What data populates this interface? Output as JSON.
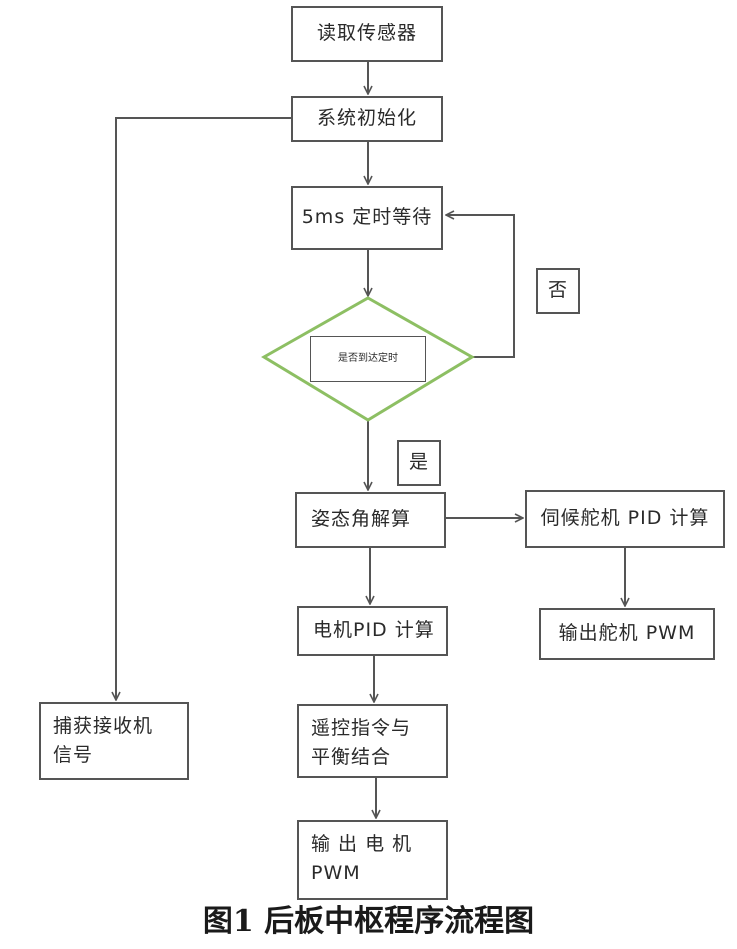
{
  "nodes": {
    "read_sensor": "读取传感器",
    "sys_init": "系统初始化",
    "wait_5ms": "5ms 定时等待",
    "is_timeout": "是否到达定时",
    "no_label": "否",
    "yes_label": "是",
    "attitude": "姿态角解算",
    "servo_pid": "伺候舵机 PID 计算",
    "servo_pwm": "输出舵机 PWM",
    "motor_pid": "电机PID 计算",
    "remote_line1": "遥控指令与",
    "remote_line2": "平衡结合",
    "motor_pwm_line1": "输 出 电 机",
    "motor_pwm_line2": "PWM",
    "receiver_line1": "捕获接收机",
    "receiver_line2": "信号"
  },
  "caption": "图1  后板中枢程序流程图",
  "colors": {
    "decision_border": "#8dbf63",
    "box_border": "#555555",
    "arrow": "#555555"
  }
}
